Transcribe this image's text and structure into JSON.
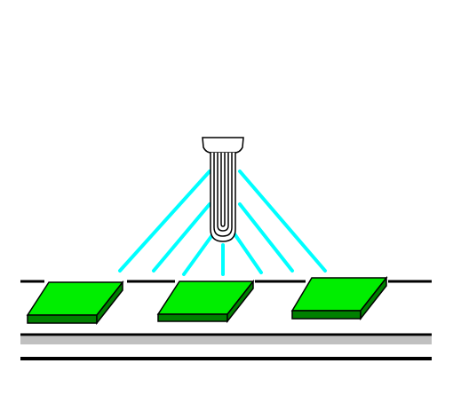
{
  "diagram": {
    "subject": "",
    "colors": {
      "background": "#ffffff",
      "spray": "#00ffff",
      "board_top": "#00ee00",
      "board_side": "#008000",
      "outline": "#000000",
      "belt": "#c0c0c0",
      "lamp_tube": "#ffffff"
    },
    "elements": {
      "lamp": "uv-lamp-icon",
      "spray": "spray-rays",
      "boards": [
        "circuit-board-1",
        "circuit-board-2",
        "circuit-board-3"
      ],
      "conveyor": "conveyor-belt"
    }
  }
}
